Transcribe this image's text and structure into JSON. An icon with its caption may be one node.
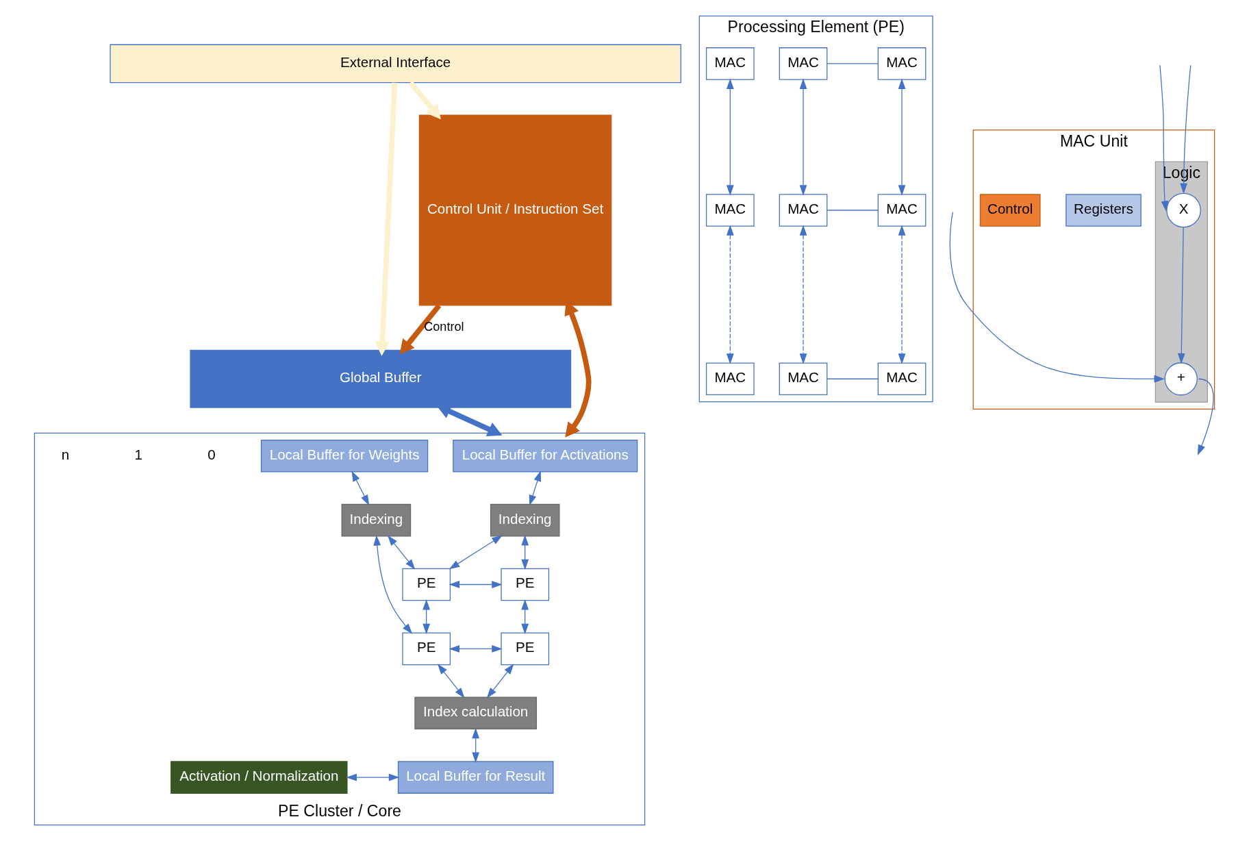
{
  "diagram": {
    "nodes": [
      {
        "text": [
          "External Interface"
        ]
      },
      {
        "text": [
          "Global Buffer"
        ]
      },
      {
        "text": [
          "Control Unit / Instruction Set"
        ]
      },
      {
        "text": [
          "PE Cluster / Core"
        ]
      },
      {
        "text": [
          "Local Buffer for Activations"
        ],
        "in": 3
      },
      {
        "text": [
          "Indexing"
        ],
        "in": 3
      },
      {
        "text": [
          "Local Buffer for Weights"
        ],
        "in": 3
      },
      {
        "text": [
          "Indexing"
        ],
        "in": 3
      },
      {
        "text": [
          "PE"
        ],
        "in": 3
      },
      {
        "text": [
          "PE"
        ],
        "in": 3
      },
      {
        "text": [
          "PE"
        ],
        "in": 3
      },
      {
        "text": [
          "PE"
        ],
        "in": 3
      },
      {
        "text": [
          "Index calculation"
        ],
        "in": 3
      },
      {
        "text": [
          "Activation / Normalization"
        ],
        "in": 3
      },
      {
        "text": [
          "Local Buffer for Result"
        ],
        "in": 3
      },
      {
        "text": [
          "Processing Element (PE)"
        ]
      },
      {
        "text": [
          "MAC"
        ],
        "in": 15
      },
      {
        "text": [
          "MAC"
        ],
        "in": 15
      },
      {
        "text": [
          "MAC"
        ],
        "in": 15
      },
      {
        "text": [
          "MAC"
        ],
        "in": 15
      },
      {
        "text": [
          "MAC"
        ],
        "in": 15
      },
      {
        "text": [
          "MAC"
        ],
        "in": 15
      },
      {
        "text": [
          "MAC"
        ],
        "in": 15
      },
      {
        "text": [
          "MAC"
        ],
        "in": 15
      },
      {
        "text": [
          "MAC"
        ],
        "in": 15
      },
      {
        "text": [
          "MAC Unit"
        ]
      },
      {
        "text": [
          "Logic"
        ],
        "in": 25
      },
      {
        "text": [
          "X"
        ],
        "in": 26
      },
      {
        "text": [
          "+"
        ],
        "in": 26
      },
      {
        "text": [
          "Registers"
        ],
        "in": 25
      },
      {
        "text": [
          "Control"
        ],
        "in": 25
      }
    ],
    "edges": [
      {
        "from": 0,
        "to": 2,
        "arrow": "to",
        "style": "thick",
        "color": "#fdf0cc"
      },
      {
        "from": 0,
        "to": 1,
        "arrow": "to",
        "style": "thick",
        "color": "#fdf0cc"
      },
      {
        "from": 2,
        "to": 1,
        "arrow": "to",
        "label": "Control",
        "style": "thick",
        "color": "#c55a11"
      },
      {
        "from": 2,
        "to": 3,
        "arrow": "both",
        "style": "thick",
        "color": "#c55a11"
      },
      {
        "from": 1,
        "to": 3,
        "arrow": "both",
        "style": "thick"
      },
      {
        "from": 4,
        "to": 5,
        "arrow": "both"
      },
      {
        "from": 5,
        "to": 8,
        "arrow": "both"
      },
      {
        "from": 5,
        "to": 9,
        "arrow": "both"
      },
      {
        "from": 6,
        "to": 7,
        "arrow": "both"
      },
      {
        "from": 7,
        "to": 8,
        "arrow": "both"
      },
      {
        "from": 7,
        "to": 10,
        "arrow": "both"
      },
      {
        "from": 8,
        "to": 9,
        "arrow": "both"
      },
      {
        "from": 8,
        "to": 10,
        "arrow": "both"
      },
      {
        "from": 9,
        "to": 11,
        "arrow": "both"
      },
      {
        "from": 10,
        "to": 11,
        "arrow": "both"
      },
      {
        "from": 10,
        "to": 12,
        "arrow": "both"
      },
      {
        "from": 11,
        "to": 12,
        "arrow": "both"
      },
      {
        "from": 12,
        "to": 14,
        "arrow": "both"
      },
      {
        "from": 13,
        "to": 14,
        "arrow": "both"
      },
      {
        "from": 16,
        "to": 17,
        "arrow": "none"
      },
      {
        "from": 19,
        "to": 20,
        "arrow": "none"
      },
      {
        "from": 22,
        "to": 23,
        "arrow": "none"
      },
      {
        "from": 16,
        "to": 19,
        "arrow": "both"
      },
      {
        "from": 17,
        "to": 20,
        "arrow": "both"
      },
      {
        "from": 18,
        "to": 21,
        "arrow": "both"
      },
      {
        "from": 19,
        "to": 22,
        "arrow": "both",
        "style": "dashed"
      },
      {
        "from": 20,
        "to": 23,
        "arrow": "both",
        "style": "dashed"
      },
      {
        "from": 21,
        "to": 24,
        "arrow": "both",
        "style": "dashed"
      },
      {
        "from": null,
        "to": 27,
        "arrow": "to"
      },
      {
        "from": null,
        "to": 27,
        "arrow": "to"
      },
      {
        "from": 27,
        "to": 28,
        "arrow": "to"
      },
      {
        "from": null,
        "to": 28,
        "arrow": "to"
      },
      {
        "from": 28,
        "to": null,
        "arrow": "to"
      }
    ],
    "labels": [
      "0",
      "1",
      "n"
    ]
  }
}
